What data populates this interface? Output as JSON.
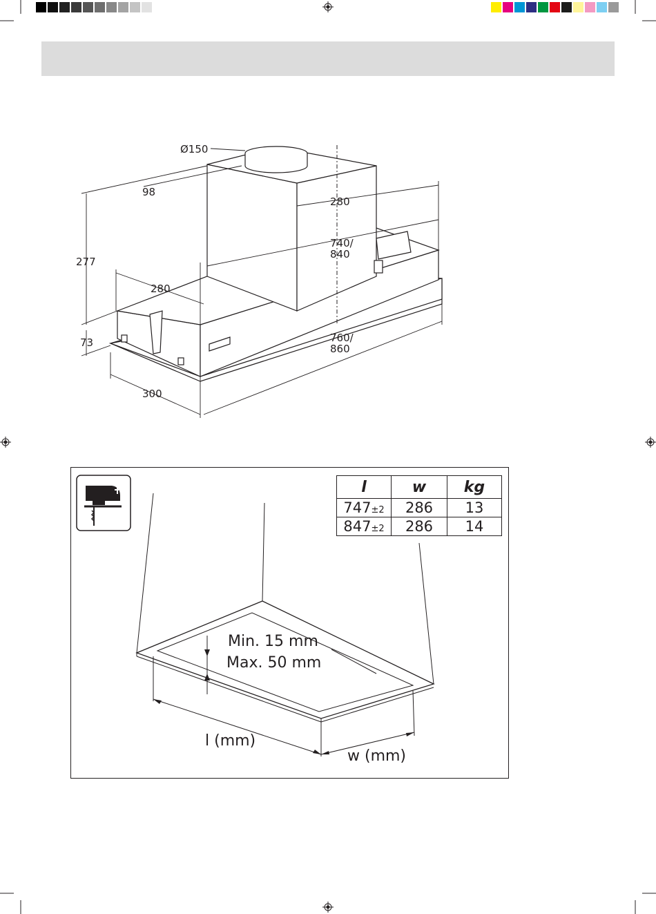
{
  "print_marks": {
    "gray_scale": [
      "#000000",
      "#111111",
      "#222222",
      "#3a3a3a",
      "#555555",
      "#6e6e6e",
      "#888888",
      "#a4a4a4",
      "#c4c4c4",
      "#e2e2e2"
    ],
    "color_bar": [
      "#ffed00",
      "#e6007e",
      "#0096d6",
      "#2d2e83",
      "#009640",
      "#e30613",
      "#1d1d1b",
      "#fff59a",
      "#f39ac2",
      "#7dcff2",
      "#9a9a9a"
    ]
  },
  "dimension_drawing": {
    "duct_diameter": "Ø150",
    "duct_offset": "98",
    "height_total": "277",
    "height_panel": "73",
    "motor_width": "280",
    "motor_depth": "280",
    "length_inner": "740/\n840",
    "length_outer": "760/\n860",
    "width": "300"
  },
  "cutout": {
    "tool_icon": "jigsaw-icon",
    "table": {
      "headers": [
        "l",
        "w",
        "kg"
      ],
      "rows": [
        {
          "l": "747",
          "tol": "±2",
          "w": "286",
          "kg": "13"
        },
        {
          "l": "847",
          "tol": "±2",
          "w": "286",
          "kg": "14"
        }
      ]
    },
    "thickness_min": "Min. 15 mm",
    "thickness_max": "Max. 50 mm",
    "length_label": "l (mm)",
    "width_label": "w (mm)"
  }
}
